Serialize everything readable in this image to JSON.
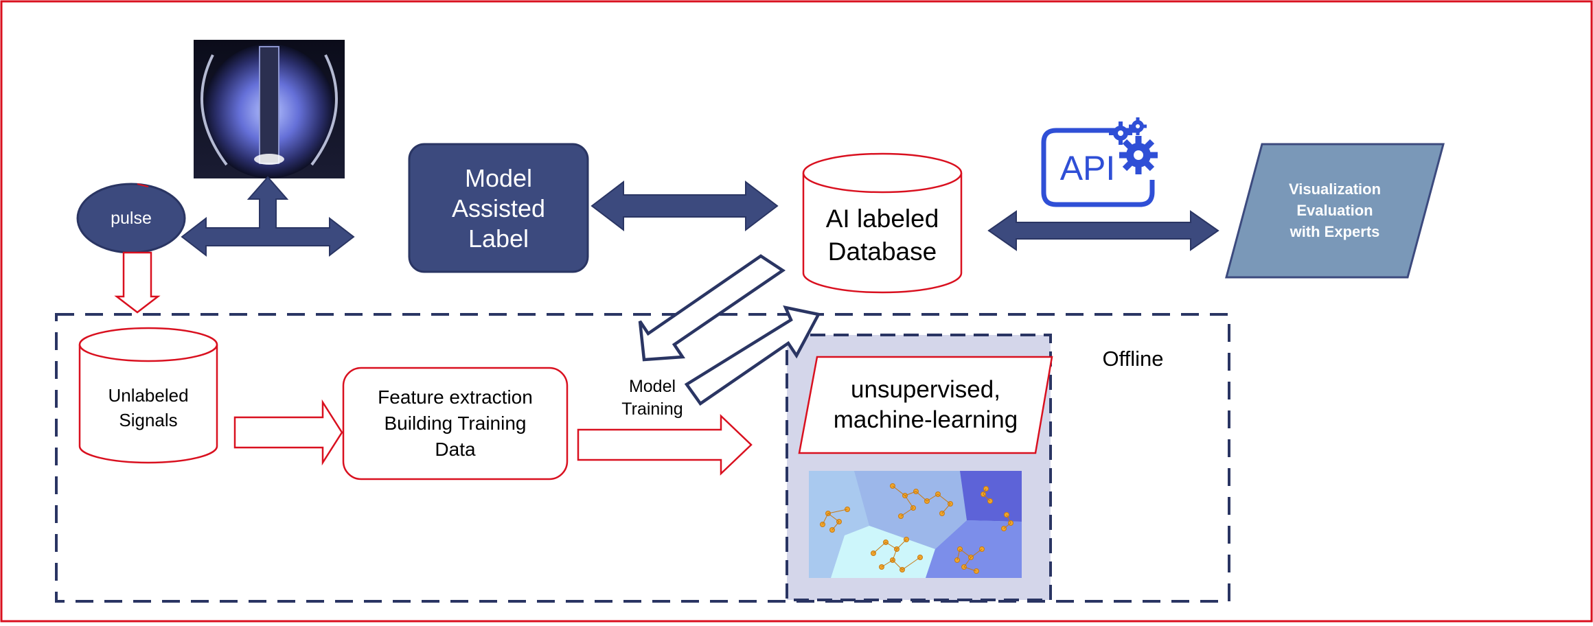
{
  "nodes": {
    "pulse": "pulse",
    "model_assisted_label": "Model\nAssisted\nLabel",
    "ai_database": "AI labeled\nDatabase",
    "api": "API",
    "visualization": "Visualization\nEvaluation\nwith Experts",
    "unlabeled_signals": "Unlabeled\nSignals",
    "feature_extraction": "Feature extraction\nBuilding Training\nData",
    "model_training": "Model\nTraining",
    "unsupervised": "unsupervised,\nmachine-learning",
    "offline": "Offline"
  },
  "colors": {
    "frame_red": "#d9101f",
    "navy": "#3c4a7e",
    "dash_navy": "#2a3563",
    "api_blue": "#2f4fd6",
    "viz_fill": "#7a98b8",
    "ml_panel": "#d4d6ea"
  },
  "icons": [
    "tokamak-plasma-image",
    "api-icon",
    "gear-icon",
    "cluster-map-image"
  ]
}
